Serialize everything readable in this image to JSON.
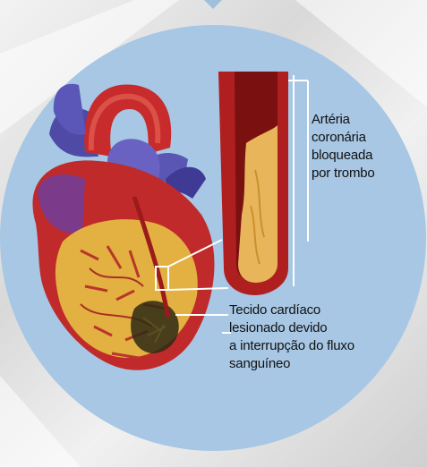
{
  "labels": {
    "artery": [
      "Artéria",
      "coronária",
      "bloqueada",
      "por trombo"
    ],
    "tissue": [
      "Tecido cardíaco",
      "lesionado devido",
      "a interrupção do fluxo",
      "sanguíneo"
    ]
  },
  "colors": {
    "circle": "#a7c7e4",
    "heart_muscle": "#c02a2a",
    "fat": "#e3b042",
    "vessel_blue": "#4e4aa6",
    "artery_red": "#b01f1f",
    "thrombus": "#e8b55a"
  }
}
